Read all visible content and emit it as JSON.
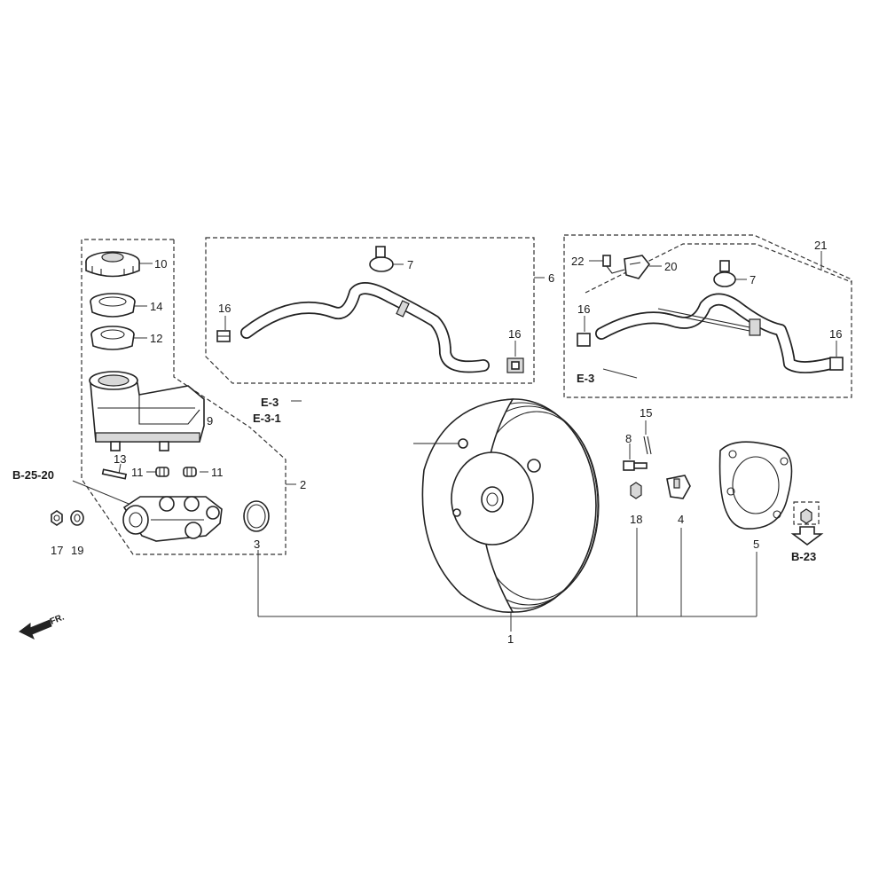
{
  "labels": {
    "p1": "1",
    "p2": "2",
    "p3": "3",
    "p4": "4",
    "p5": "5",
    "p6": "6",
    "p7a": "7",
    "p7b": "7",
    "p8": "8",
    "p9": "9",
    "p10": "10",
    "p11a": "11",
    "p11b": "11",
    "p12": "12",
    "p13": "13",
    "p14": "14",
    "p15": "15",
    "p16a": "16",
    "p16b": "16",
    "p16c": "16",
    "p16d": "16",
    "p17": "17",
    "p18": "18",
    "p19": "19",
    "p20": "20",
    "p21": "21",
    "p22": "22"
  },
  "references": {
    "e3a": "E-3",
    "e31": "E-3-1",
    "e3b": "E-3",
    "b2520": "B-25-20",
    "b23": "B-23"
  },
  "front_marker": "FR.",
  "colors": {
    "ink": "#222222",
    "background": "#ffffff",
    "shade": "#d8d8d8"
  }
}
